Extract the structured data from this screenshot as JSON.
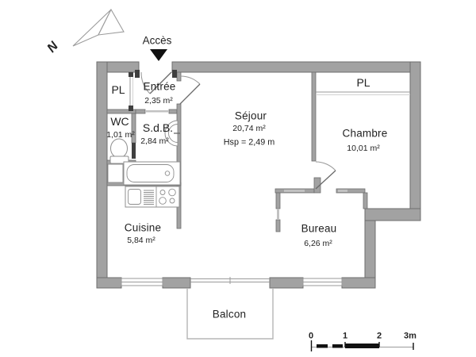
{
  "compass": {
    "north_label": "N"
  },
  "access": {
    "label": "Accès"
  },
  "rooms": {
    "entree": {
      "name": "Entrée",
      "area": "2,35 m²"
    },
    "pl_entree": {
      "name": "PL"
    },
    "wc": {
      "name": "WC",
      "area": "1,01 m²"
    },
    "sdb": {
      "name": "S.d.B.",
      "area": "2,84 m²"
    },
    "sejour": {
      "name": "Séjour",
      "area": "20,74 m²",
      "ceiling_height": "Hsp = 2,49 m"
    },
    "chambre": {
      "name": "Chambre",
      "area": "10,01 m²"
    },
    "pl_chambre": {
      "name": "PL"
    },
    "cuisine": {
      "name": "Cuisine",
      "area": "5,84 m²"
    },
    "bureau": {
      "name": "Bureau",
      "area": "6,26 m²"
    },
    "balcon": {
      "name": "Balcon"
    }
  },
  "scale_bar": {
    "ticks": [
      "0",
      "1",
      "2",
      "3m"
    ]
  },
  "colors": {
    "wall_fill": "#a2a2a2",
    "wall_edge": "#6e6e6e",
    "line": "#9a9a9a",
    "text": "#222222",
    "accent_black": "#111111"
  }
}
